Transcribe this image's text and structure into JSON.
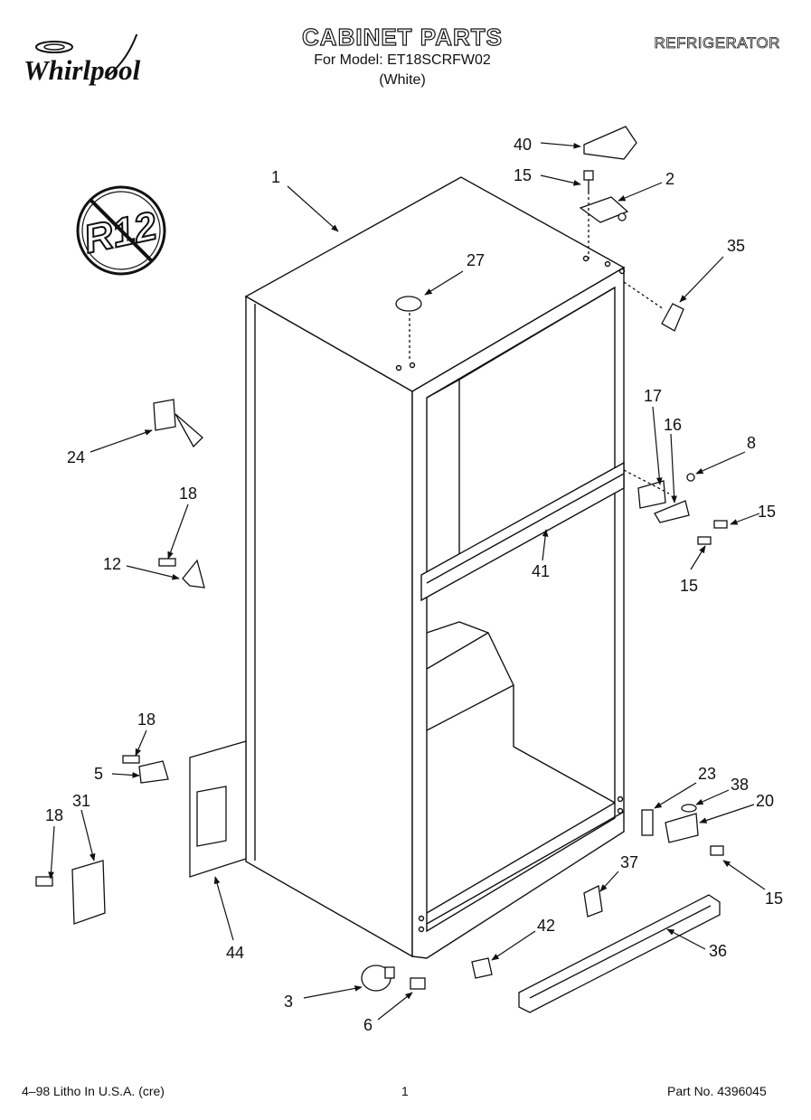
{
  "header": {
    "brand": "Whirlpool",
    "title": "CABINET PARTS",
    "model_line": "For Model: ET18SCRFW02",
    "color_line": "(White)",
    "product": "REFRIGERATOR"
  },
  "badge": {
    "text": "R12"
  },
  "callouts": {
    "c1": "1",
    "c2": "2",
    "c3": "3",
    "c5": "5",
    "c6": "6",
    "c8": "8",
    "c12": "12",
    "c15a": "15",
    "c15b": "15",
    "c15c": "15",
    "c15d": "15",
    "c16": "16",
    "c17": "17",
    "c18a": "18",
    "c18b": "18",
    "c18c": "18",
    "c20": "20",
    "c23": "23",
    "c24": "24",
    "c27": "27",
    "c31": "31",
    "c35": "35",
    "c36": "36",
    "c37": "37",
    "c38": "38",
    "c40": "40",
    "c41": "41",
    "c42": "42",
    "c44": "44"
  },
  "footer": {
    "litho": "4–98 Litho In U.S.A. (cre)",
    "page": "1",
    "part_no": "Part No. 4396045"
  }
}
